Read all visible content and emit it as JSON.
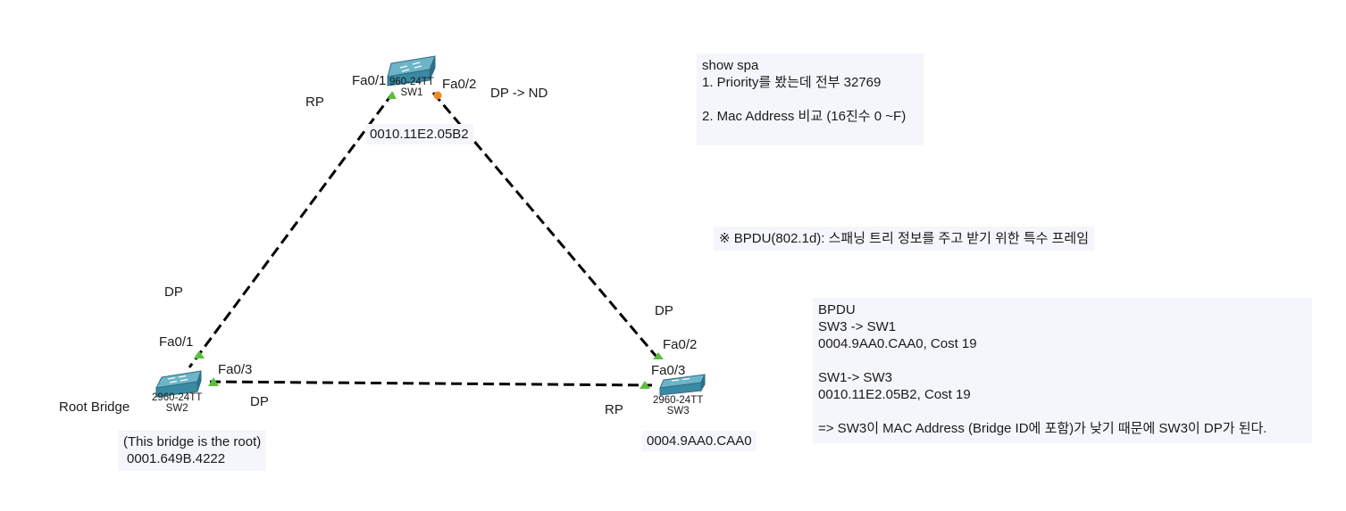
{
  "switches": {
    "sw1": {
      "model": "960-24TT",
      "name": "SW1",
      "mac": "0010.11E2.05B2"
    },
    "sw2": {
      "model": "2960-24TT",
      "name": "SW2",
      "mac": "0001.649B.4222",
      "role": "Root Bridge",
      "root_note": "(This bridge is the root)"
    },
    "sw3": {
      "model": "2960-24TT",
      "name": "SW3",
      "mac": "0004.9AA0.CAA0"
    }
  },
  "ports": {
    "sw1_fa01": "Fa0/1",
    "sw1_fa02": "Fa0/2",
    "sw2_fa01": "Fa0/1",
    "sw2_fa03": "Fa0/3",
    "sw3_fa02": "Fa0/2",
    "sw3_fa03": "Fa0/3"
  },
  "port_roles": {
    "sw1_fa01": "RP",
    "sw1_fa02": "DP -> ND",
    "sw2_fa01": "DP",
    "sw2_fa03": "DP",
    "sw3_fa02": "DP",
    "sw3_fa03": "RP"
  },
  "port_colors": {
    "forwarding": "#5cbf3c",
    "blocking": "#f08a1e"
  },
  "notes": {
    "show_spa": "show spa\n1. Priority를 봤는데 전부 32769\n\n2. Mac Address 비교 (16진수 0 ~F)",
    "bpdu_def": "※ BPDU(802.1d): 스패닝 트리 정보를 주고 받기 위한 특수 프레임",
    "bpdu_compare": "BPDU\nSW3 -> SW1\n0004.9AA0.CAA0, Cost 19\n\nSW1-> SW3\n0010.11E2.05B2, Cost 19\n\n=> SW3이 MAC Address (Bridge ID에 포함)가 낮기 때문에 SW3이 DP가 된다."
  }
}
